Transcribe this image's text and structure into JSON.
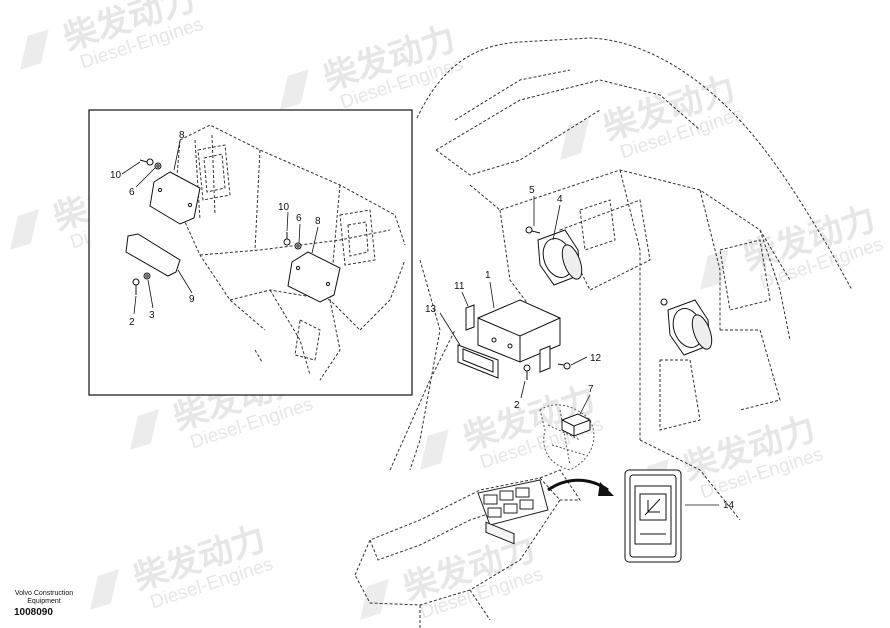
{
  "watermark": {
    "chinese": "柴发动力",
    "english": "Diesel-Engines"
  },
  "detail_callouts": {
    "c8a": "8",
    "c10a": "10",
    "c6a": "6",
    "c9": "9",
    "c2a": "2",
    "c3": "3",
    "c10b": "10",
    "c6b": "6",
    "c8b": "8"
  },
  "main_callouts": {
    "c5": "5",
    "c4": "4",
    "c1": "1",
    "c11": "11",
    "c13": "13",
    "c12": "12",
    "c2b": "2",
    "c7": "7",
    "c14": "14"
  },
  "footer": {
    "company_line1": "Volvo Construction",
    "company_line2": "Equipment",
    "drawing_number": "1008090"
  }
}
